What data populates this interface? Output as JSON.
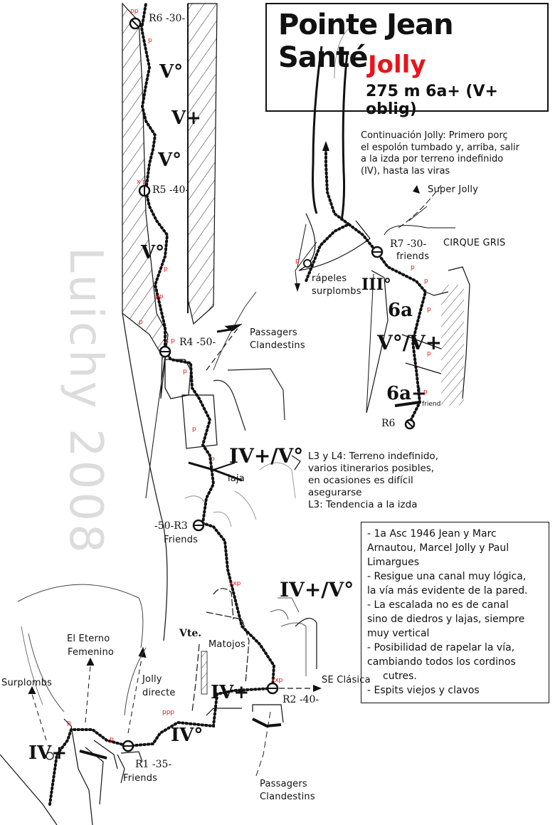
{
  "header": {
    "peak": "Pointe Jean Santé",
    "route": "Jolly",
    "stats": "275 m  6a+ (V+ oblig)"
  },
  "colors": {
    "route_name": "#e8141a",
    "protection_marks": "#e8141a",
    "line": "#111111",
    "watermark": "#dcdcdc"
  },
  "watermark": "Luichy 2008",
  "belays": [
    {
      "name": "R1",
      "label": "R1 -35-",
      "note": "Friends"
    },
    {
      "name": "R2",
      "label": "R2 -40-"
    },
    {
      "name": "R3",
      "label": "-50-R3",
      "note": "Friends"
    },
    {
      "name": "R4",
      "label": "R4 -50-"
    },
    {
      "name": "R5",
      "label": "R5 -40-"
    },
    {
      "name": "R6",
      "label": "R6 -30-"
    },
    {
      "name": "R6b",
      "label": "R6"
    },
    {
      "name": "R7",
      "label": "R7 -30-",
      "note": "friends"
    }
  ],
  "grades": {
    "g_iv_plus_left": "IV+",
    "g_iv_r1": "IV°",
    "g_iv_plus_r2": "IV+",
    "g_v_te": "Vte.",
    "g_iv_v_upper": "IV+/V°",
    "g_iv_v_mid": "IV+/V°",
    "g_v_r4": "V°",
    "g_v_r5": "V°",
    "g_v_plus": "V+",
    "g_v_top": "V°",
    "g_iii": "III°",
    "g_6a": "6a",
    "g_v_vplus": "V°/V+",
    "g_6a_plus": "6a+"
  },
  "labels": {
    "surplombs": "Surplombs",
    "eterno_1": "El Eterno",
    "eterno_2": "Femenino",
    "jolly_directe_1": "Jolly",
    "jolly_directe_2": "directe",
    "matojos": "Matojos",
    "se_clasica": "SE Clásica",
    "passagers_bottom_1": "Passagers",
    "passagers_bottom_2": "Clandestins",
    "passagers_top_1": "Passagers",
    "passagers_top_2": "Clandestins",
    "laja": "laja",
    "rapeles_1": "rápeles",
    "rapeles_2": "surplombs",
    "cirque_gris": "CIRQUE GRIS",
    "super_jolly": "Super Jolly",
    "friend_small": "friend",
    "friends_r1": "Friends",
    "friends_r3": "Friends",
    "friends_r7": "friends"
  },
  "notes": {
    "continuation": [
      "Continuación Jolly: Primero porç",
      "el espolón tumbado y, arriba, salir",
      "a la izda por terreno indefinido",
      "(IV), hasta las viras"
    ],
    "l3_l4": [
      "L3 y L4: Terreno indefinido,",
      "varios itinerarios posibles,",
      "en ocasiones es difícil",
      "asegurarse",
      "L3: Tendencia a la izda"
    ]
  },
  "info": [
    {
      "text": "- 1a Asc 1946 Jean y Marc"
    },
    {
      "text": "Arnautou, Marcel Jolly y Paul"
    },
    {
      "text": "Limargues"
    },
    {
      "text": "- Resigue una canal muy lógica,"
    },
    {
      "text": "la vía más evidente de la pared."
    },
    {
      "text": "- La escalada no es de canal"
    },
    {
      "text": "sino de diedros y lajas, siempre"
    },
    {
      "text": "muy vertical"
    },
    {
      "text": "- Posibilidad de rapelar la vía,"
    },
    {
      "text": "cambiando todos los cordinos"
    },
    {
      "text": "cutres.",
      "indent": true
    },
    {
      "text": "- Espits viejos y clavos"
    }
  ],
  "protection": {
    "pp": "pp",
    "p": "p",
    "xp": "x p",
    "xxp": "xxp",
    "pitons": "ppp"
  }
}
